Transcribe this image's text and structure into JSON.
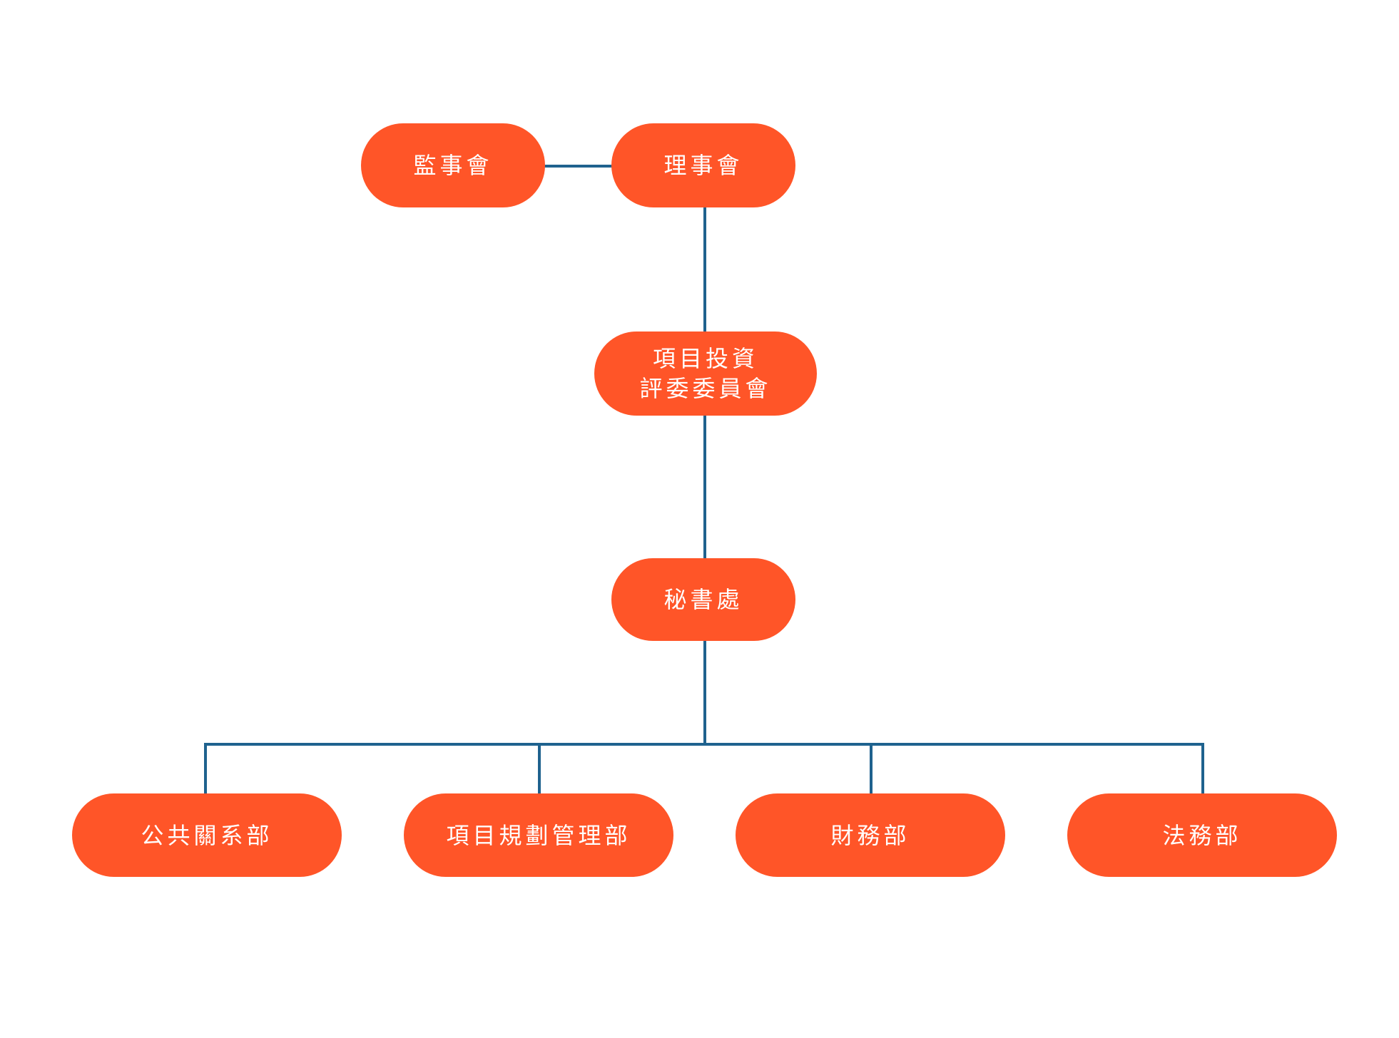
{
  "theme": {
    "node_color": "#ff5528",
    "line_color": "#1f628e",
    "text_color": "#ffffff"
  },
  "nodes": {
    "supervisory_board": {
      "lines": [
        "監事會"
      ]
    },
    "board_of_directors": {
      "lines": [
        "理事會"
      ]
    },
    "investment_committee": {
      "lines": [
        "項目投資",
        "評委委員會"
      ]
    },
    "secretariat": {
      "lines": [
        "秘書處"
      ]
    },
    "public_relations": {
      "lines": [
        "公共關系部"
      ]
    },
    "project_planning": {
      "lines": [
        "項目規劃管理部"
      ]
    },
    "finance": {
      "lines": [
        "財務部"
      ]
    },
    "legal": {
      "lines": [
        "法務部"
      ]
    }
  },
  "edges": [
    [
      "supervisory_board",
      "board_of_directors"
    ],
    [
      "board_of_directors",
      "investment_committee"
    ],
    [
      "investment_committee",
      "secretariat"
    ],
    [
      "secretariat",
      "public_relations"
    ],
    [
      "secretariat",
      "project_planning"
    ],
    [
      "secretariat",
      "finance"
    ],
    [
      "secretariat",
      "legal"
    ]
  ]
}
